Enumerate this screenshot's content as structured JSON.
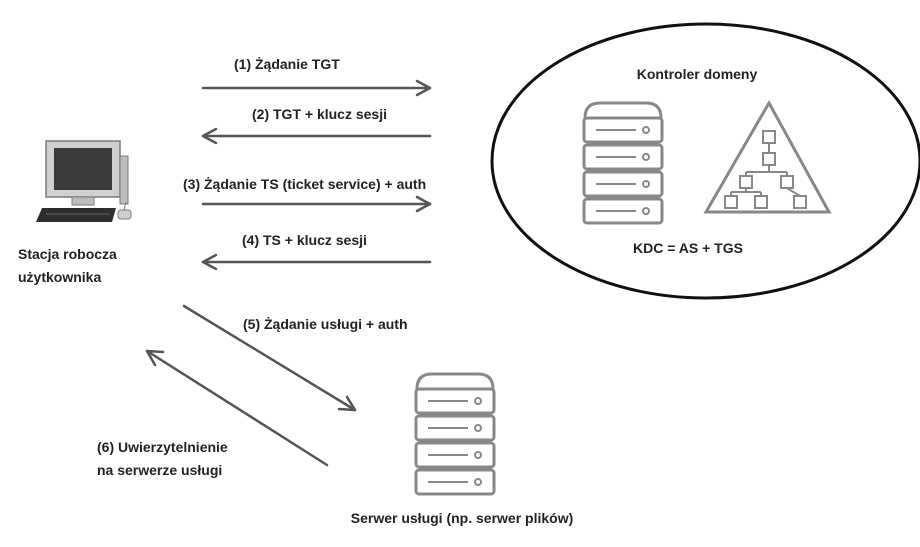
{
  "workstation": {
    "line1": "Stacja robocza",
    "line2": "użytkownika",
    "icon": "desktop-computer-icon"
  },
  "domain_controller": {
    "title": "Kontroler domeny",
    "subtitle": "KDC = AS + TGS",
    "server_icon": "server-rack-icon",
    "directory_icon": "directory-tree-triangle-icon"
  },
  "service_server": {
    "label": "Serwer usługi (np. serwer plików)",
    "icon": "server-rack-icon"
  },
  "messages": [
    {
      "label": "(1) Żądanie TGT",
      "direction": "to-kdc"
    },
    {
      "label": "(2) TGT + klucz sesji",
      "direction": "to-workstation"
    },
    {
      "label": "(3) Żądanie TS (ticket service) + auth",
      "direction": "to-kdc"
    },
    {
      "label": "(4) TS + klucz sesji",
      "direction": "to-workstation"
    },
    {
      "label": "(5) Żądanie usługi + auth",
      "direction": "to-service"
    },
    {
      "line1": "(6) Uwierzytelnienie",
      "line2": "na serwerze usługi",
      "direction": "to-workstation"
    }
  ],
  "colors": {
    "arrow": "#555555",
    "icon_stroke": "#888888",
    "text": "#222222"
  }
}
